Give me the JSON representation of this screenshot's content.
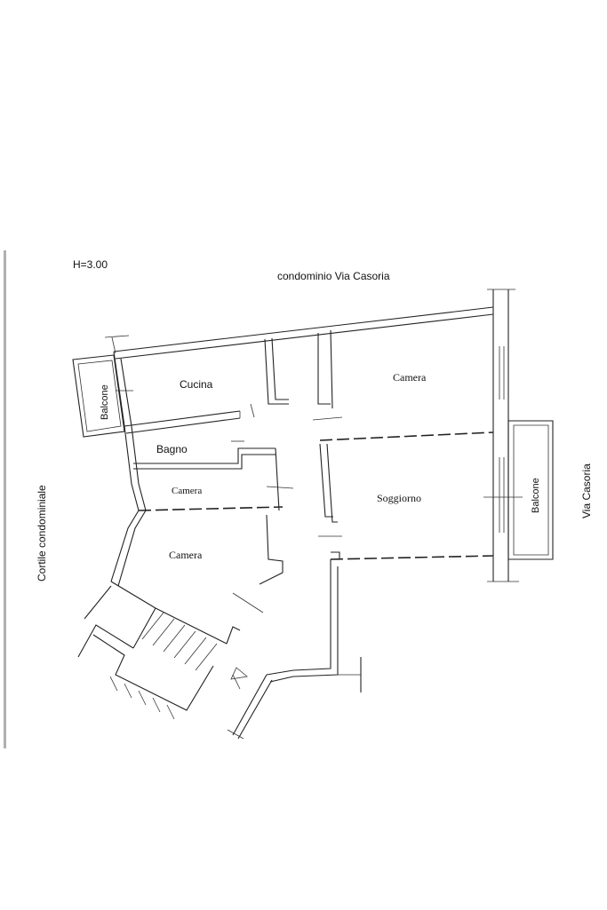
{
  "height_note": "H=3.00",
  "north_label": "condominio Via Casoria",
  "west_label": "Cortile condominiale",
  "east_label": "Via Casoria",
  "rooms": {
    "cucina": "Cucina",
    "bagno": "Bagno",
    "camera_nord": "Camera",
    "camera_piccola": "Camera",
    "camera_sud": "Camera",
    "soggiorno": "Soggiorno",
    "balcone_ovest": "Balcone",
    "balcone_est": "Balcone"
  },
  "colors": {
    "line": "#222222",
    "border": "#b0b0b0",
    "background": "#ffffff"
  }
}
